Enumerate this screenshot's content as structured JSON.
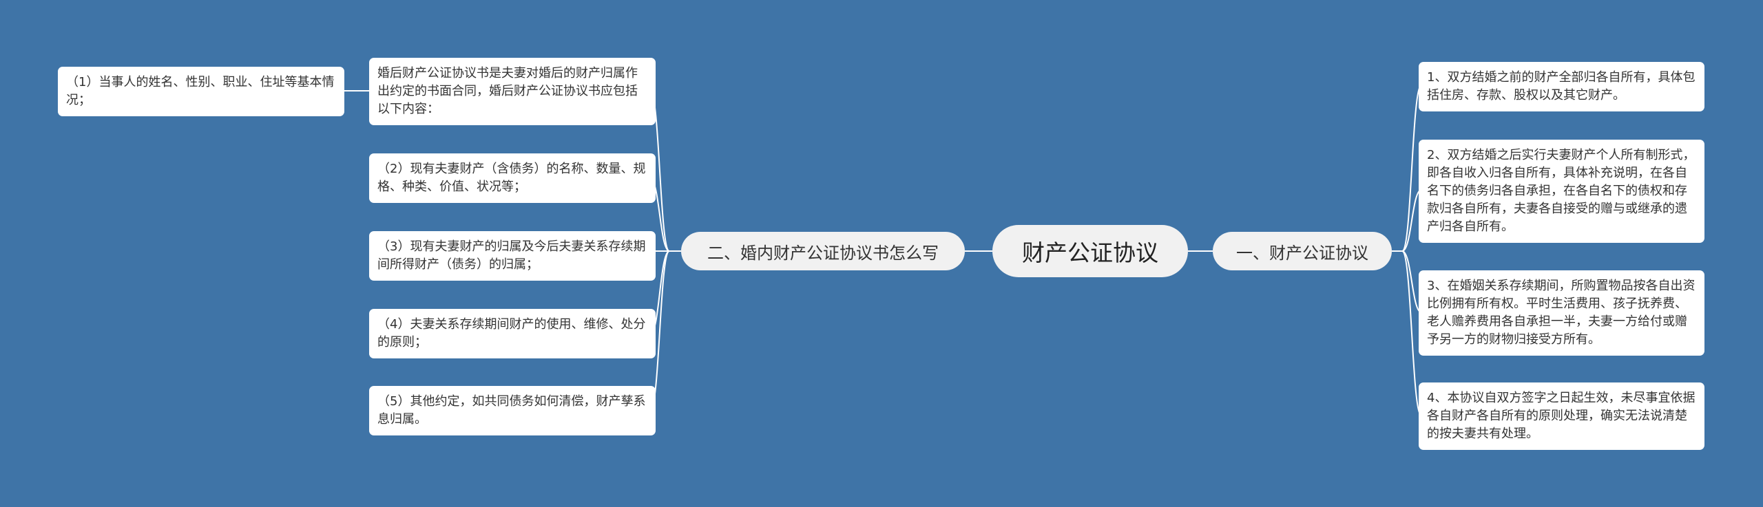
{
  "root": {
    "label": "财产公证协议"
  },
  "branches": {
    "left": {
      "label": "二、婚内财产公证协议书怎么写",
      "intro": "婚后财产公证协议书是夫妻对婚后的财产归属作出约定的书面合同，婚后财产公证协议书应包括以下内容：",
      "item1": "（1）当事人的姓名、性别、职业、住址等基本情况；",
      "item2": "（2）现有夫妻财产（含债务）的名称、数量、规格、种类、价值、状况等；",
      "item3": "（3）现有夫妻财产的归属及今后夫妻关系存续期间所得财产（债务）的归属；",
      "item4": "（4）夫妻关系存续期间财产的使用、维修、处分的原则；",
      "item5": "（5）其他约定，如共同债务如何清偿，财产孳系息归属。"
    },
    "right": {
      "label": "一、财产公证协议",
      "item1": "1、双方结婚之前的财产全部归各自所有，具体包括住房、存款、股权以及其它财产。",
      "item2": "2、双方结婚之后实行夫妻财产个人所有制形式，即各自收入归各自所有，具体补充说明，在各自名下的债务归各自承担，在各自名下的债权和存款归各自所有，夫妻各自接受的赠与或继承的遗产归各自所有。",
      "item3": "3、在婚姻关系存续期间，所购置物品按各自出资比例拥有所有权。平时生活费用、孩子抚养费、老人赡养费用各自承担一半，夫妻一方给付或赠予另一方的财物归接受方所有。",
      "item4": "4、本协议自双方签字之日起生效，未尽事宜依据各自财产各自所有的原则处理，确实无法说清楚的按夫妻共有处理。"
    }
  },
  "colors": {
    "background": "#3f74a7",
    "connector": "#ffffff",
    "node_fill": "#f1f1f1",
    "leaf_fill": "#ffffff",
    "text": "#333333"
  }
}
